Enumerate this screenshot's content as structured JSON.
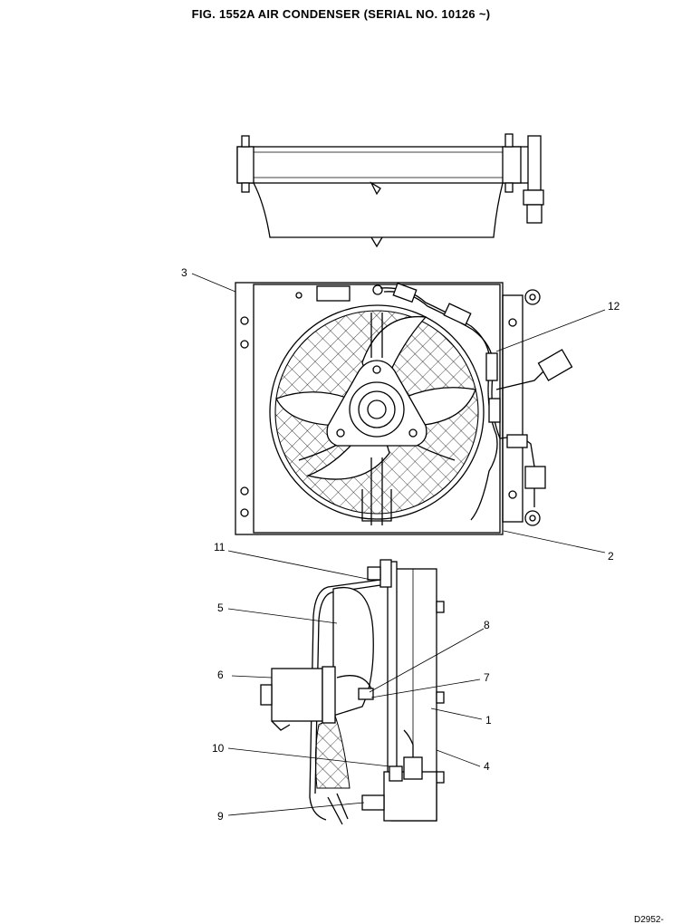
{
  "figure": {
    "title": "FIG. 1552A   AIR CONDENSER (SERIAL NO. 10126 ~)",
    "corner_code": "D2952-"
  },
  "callouts": [
    {
      "id": "c3",
      "text": "3"
    },
    {
      "id": "c12",
      "text": "12"
    },
    {
      "id": "c2",
      "text": "2"
    },
    {
      "id": "c11",
      "text": "11"
    },
    {
      "id": "c5",
      "text": "5"
    },
    {
      "id": "c8",
      "text": "8"
    },
    {
      "id": "c6",
      "text": "6"
    },
    {
      "id": "c7",
      "text": "7"
    },
    {
      "id": "c1",
      "text": "1"
    },
    {
      "id": "c10",
      "text": "10"
    },
    {
      "id": "c4",
      "text": "4"
    },
    {
      "id": "c9",
      "text": "9"
    }
  ]
}
